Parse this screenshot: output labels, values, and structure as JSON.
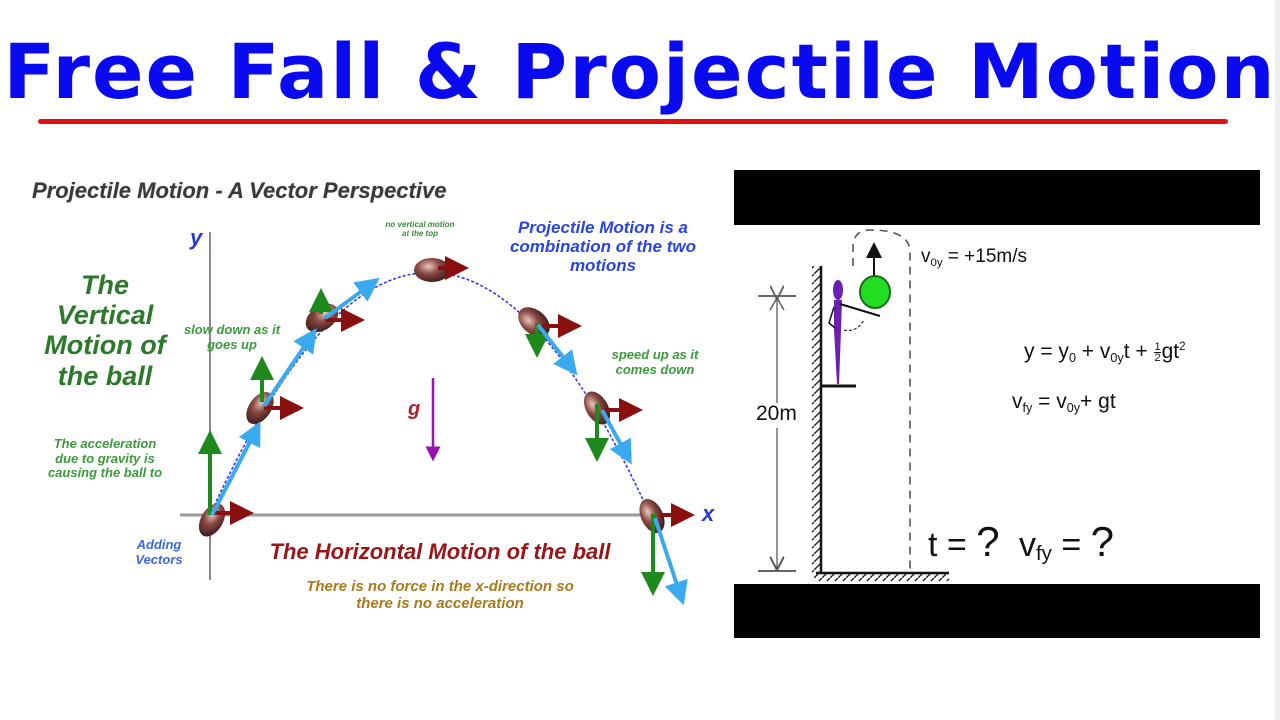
{
  "header": {
    "title": "Free Fall & Projectile Motion",
    "title_color": "#0a0af0",
    "rule_color": "#e01010"
  },
  "left_diagram": {
    "heading": "Projectile Motion - A Vector Perspective",
    "axis_y": "y",
    "axis_x": "x",
    "vertical_motion_title": [
      "The",
      "Vertical",
      "Motion of",
      "the ball"
    ],
    "vertical_motion_note": [
      "The acceleration",
      "due to gravity is",
      "causing the ball to"
    ],
    "slow_down_note": [
      "slow down as it",
      "goes up"
    ],
    "top_note": [
      "no vertical motion",
      "at the top"
    ],
    "combination_note": [
      "Projectile Motion is a",
      "combination of the two",
      "motions"
    ],
    "speed_up_note": [
      "speed up as it",
      "comes down"
    ],
    "gravity_label": "g",
    "adding_vectors_note": [
      "Adding",
      "Vectors"
    ],
    "horizontal_motion_title": "The Horizontal Motion of the ball",
    "horizontal_motion_note": [
      "There is no force in the x-direction so",
      "there is no acceleration"
    ],
    "colors": {
      "vertical_vector": "#1e8a1e",
      "horizontal_vector": "#8a1010",
      "velocity_vector": "#3aaaf0",
      "trajectory": "#3a3ae0",
      "gravity_vector": "#9a10b0",
      "ball": "#7a3a36"
    }
  },
  "right_diagram": {
    "initial_velocity": {
      "symbol": "v",
      "sub": "0y",
      "value": "= +15m/s"
    },
    "height_label": "20m",
    "equation_1": {
      "lhs": "y = y",
      "sub0": "0",
      "mid": " + v",
      "sub1": "0y",
      "tail": "t + ",
      "frac_n": "1",
      "frac_d": "2",
      "end": "gt",
      "sup": "2"
    },
    "equation_2": {
      "lhs": "v",
      "sub_lhs": "fy",
      "mid": " = v",
      "sub_mid": "0y",
      "end": "+ gt"
    },
    "unknowns": {
      "t_label": "t = ",
      "t_value": "?",
      "vfy_symbol": "v",
      "vfy_sub": "fy",
      "vfy_eq": " = ",
      "vfy_value": "?"
    },
    "colors": {
      "ball": "#22dd22",
      "person": "#6a20b0"
    }
  }
}
